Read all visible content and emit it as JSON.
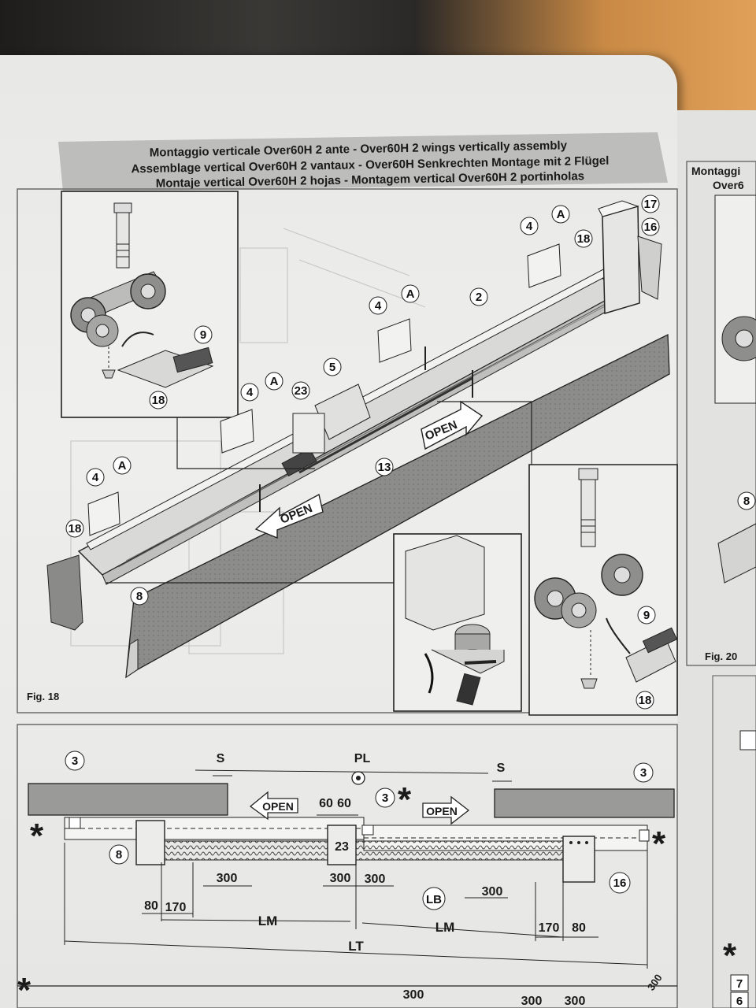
{
  "header": {
    "line1": "Montaggio verticale Over60H 2 ante - Over60H 2 wings vertically assembly",
    "line2": "Assemblage vertical Over60H 2 vantaux - Over60H Senkrechten Montage mit 2 Flügel",
    "line3": "Montaje vertical Over60H 2 hojas - Montagem vertical Over60H 2 portinholas"
  },
  "fig18": {
    "caption": "Fig. 18",
    "callouts": [
      "17",
      "16",
      "A",
      "4",
      "18",
      "2",
      "A",
      "4",
      "5",
      "9",
      "23",
      "A",
      "4",
      "18",
      "13",
      "4",
      "A",
      "18",
      "8",
      "9",
      "18"
    ],
    "open_left": "OPEN",
    "open_right": "OPEN"
  },
  "right_page": {
    "title_top": "Montaggi",
    "title_bottom": "Over6",
    "callout": "8",
    "caption": "Fig. 20",
    "star": "*",
    "list": [
      "7",
      "6"
    ]
  },
  "fig_bottom": {
    "labels": {
      "s_left": "S",
      "pl": "PL",
      "s_right": "S",
      "c3_left": "3",
      "c3_mid": "3",
      "c3_right": "3",
      "sixty_a": "60",
      "sixty_b": "60",
      "open_left": "OPEN",
      "open_right": "OPEN",
      "c8": "8",
      "c23": "23",
      "c16": "16",
      "lb": "LB",
      "d300_a": "300",
      "d300_b": "300",
      "d300_c": "300",
      "d300_d": "300",
      "d80_left": "80",
      "d170_left": "170",
      "d170_right": "170",
      "d80_right": "80",
      "lm_left": "LM",
      "lm_right": "LM",
      "lt": "LT",
      "star": "*",
      "bottom_300_a": "300",
      "bottom_300_b": "300",
      "bottom_300_c": "300",
      "bottom_300_d": "300"
    }
  }
}
